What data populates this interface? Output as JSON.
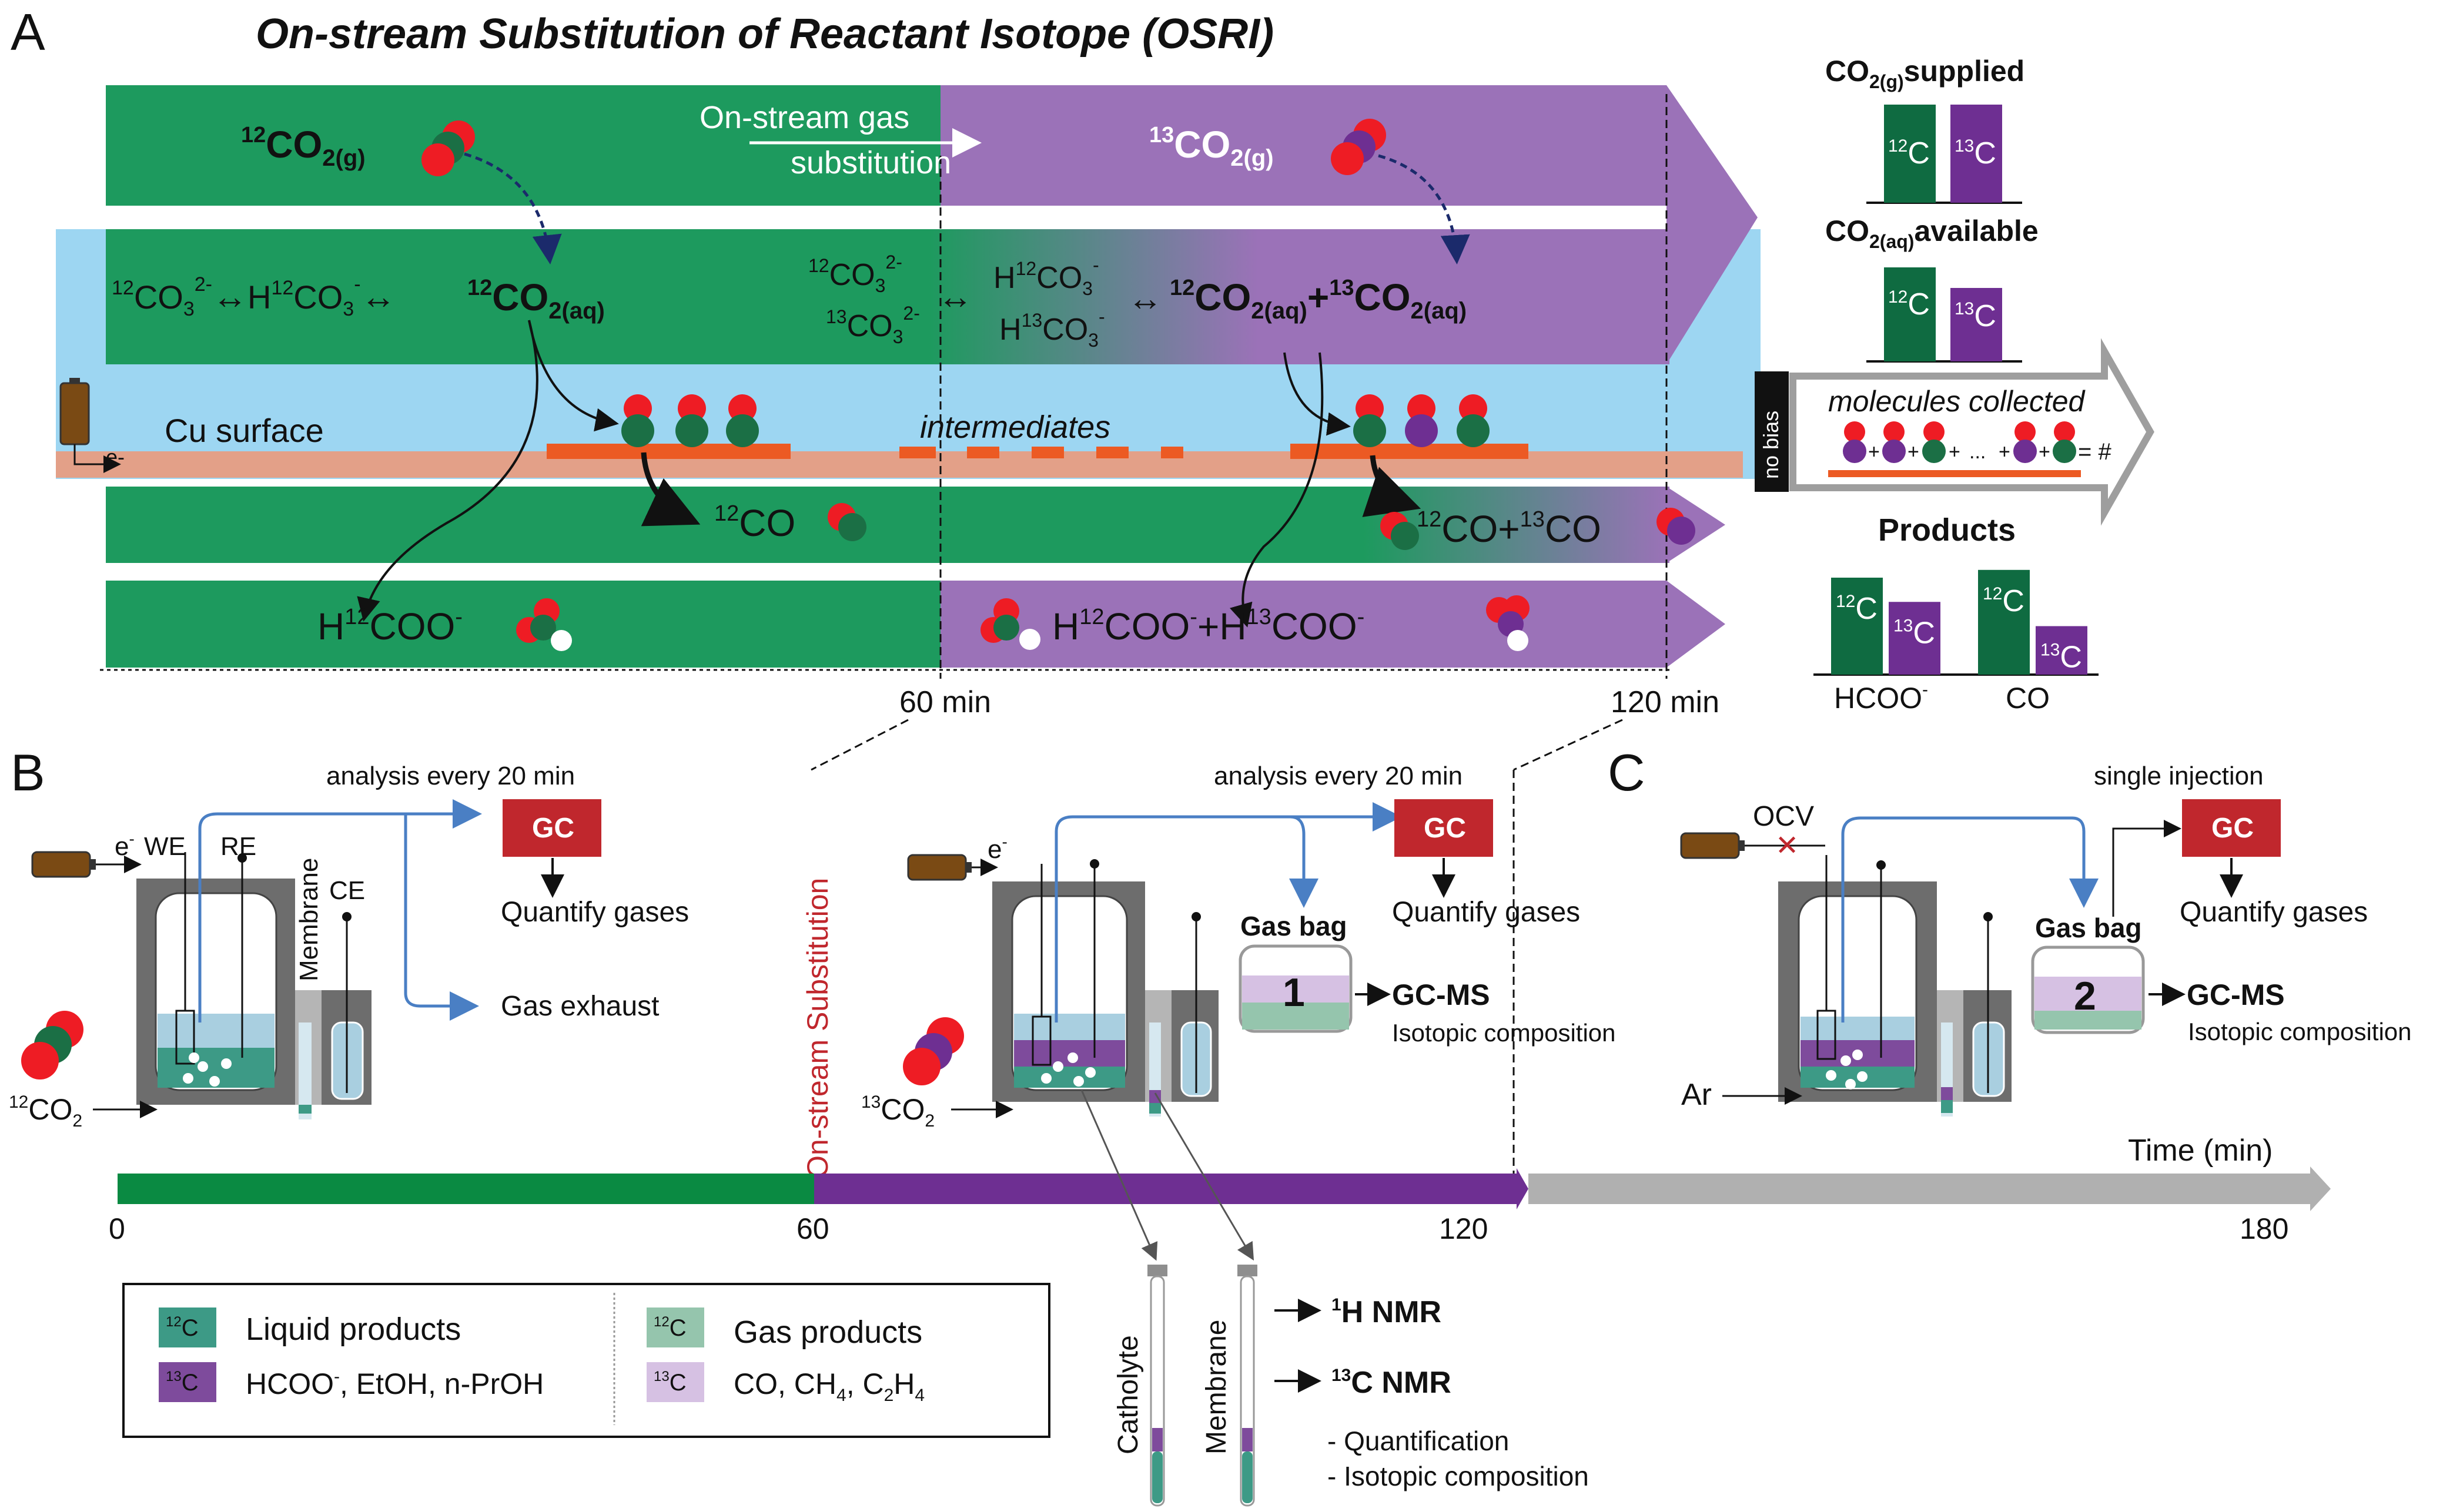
{
  "panels": {
    "a": "A",
    "b": "B",
    "c": "C"
  },
  "title": "On-stream Substitution of Reactant Isotope (OSRI)",
  "colors": {
    "green": "#1d9a5e",
    "purple": "#9b72b8",
    "bar_green": "#0f6b41",
    "bar_purple": "#6e2f92",
    "light_blue": "#9dd6f2",
    "cu": "#e3a088",
    "orange": "#ec5a23",
    "gc_red": "#c0272d",
    "gray": "#b0b0b0",
    "liquid_green": "#3d9a86",
    "liquid_purple": "#7e4b9c",
    "gas_green": "#95c5ad",
    "gas_purple": "#d6c1e3",
    "battery": "#7a4a14",
    "arrow_blue": "#4a7fc4"
  },
  "top": {
    "co2g_12": {
      "pre": "12",
      "main": "CO",
      "sub": "2(g)"
    },
    "co2g_13": {
      "pre": "13",
      "main": "CO",
      "sub": "2(g)"
    },
    "onstream_line1": "On-stream gas",
    "onstream_line2": "substitution",
    "left_eq": {
      "a_pre": "12",
      "a_main": "CO",
      "a_sub": "3",
      "a_sup": "2-",
      "arrow": "↔",
      "b_main1": "H",
      "b_pre": "12",
      "b_main2": "CO",
      "b_sub": "3",
      "b_sup": "-",
      "arrow2": "↔",
      "c_pre": "12",
      "c_main": "CO",
      "c_sub": "2(aq)"
    },
    "mid_eq": {
      "r1_pre": "12",
      "r1_main": "CO",
      "r1_sub": "3",
      "r1_sup": "2-",
      "r2_pre": "13",
      "r2_main": "CO",
      "r2_sub": "3",
      "r2_sup": "2-",
      "arrow": "↔",
      "h1_a": "H",
      "h1_pre": "12",
      "h1_b": "CO",
      "h1_sub": "3",
      "h1_sup": "-",
      "h2_a": "H",
      "h2_pre": "13",
      "h2_b": "CO",
      "h2_sub": "3",
      "h2_sup": "-",
      "arrow2": "↔"
    },
    "right_eq": {
      "a_pre": "12",
      "a_main": "CO",
      "a_sub": "2(aq)",
      "plus": "+",
      "b_pre": "13",
      "b_main": "CO",
      "b_sub": "2(aq)"
    },
    "cu_surface": "Cu surface",
    "intermediates": "intermediates",
    "electron": "e-",
    "co_left": {
      "pre": "12",
      "main": "CO"
    },
    "co_right": {
      "pre1": "12",
      "main1": "CO+",
      "pre2": "13",
      "main2": "CO"
    },
    "hcoo_left": {
      "a": "H",
      "pre": "12",
      "b": "COO",
      "sup": "-"
    },
    "hcoo_right": {
      "a": "H",
      "pre": "12",
      "b": "COO",
      "sup": "-",
      "plus": "+",
      "c": "H",
      "pre2": "13",
      "d": "COO",
      "sup2": "-"
    },
    "time_60": "60 min",
    "time_120": "120 min"
  },
  "right_panel": {
    "supplied": {
      "main": "CO",
      "sub": "2(g)",
      "rest": "supplied"
    },
    "available": {
      "main": "CO",
      "sub": "2(aq)",
      "rest": "available"
    },
    "bar_12c": {
      "pre": "12",
      "main": "C"
    },
    "bar_13c": {
      "pre": "13",
      "main": "C"
    },
    "no_bias": "no bias",
    "molecules_collected": "molecules collected",
    "eq_plus": "+",
    "eq_dots": "...",
    "eq_end": "= #",
    "products": "Products",
    "hcoo": {
      "main": "HCOO",
      "sup": "-"
    },
    "co": "CO",
    "chart_data": {
      "type": "bar",
      "categories": [
        "HCOO-",
        "CO"
      ],
      "series": [
        {
          "name": "12C",
          "values": [
            1.0,
            1.08
          ]
        },
        {
          "name": "13C",
          "values": [
            0.75,
            0.5
          ]
        }
      ]
    }
  },
  "b_left": {
    "e": "e",
    "e_sup": "-",
    "we": "WE",
    "re": "RE",
    "membrane": "Membrane",
    "ce": "CE",
    "analysis": "analysis every 20 min",
    "gc": "GC",
    "quantify": "Quantify gases",
    "exhaust": "Gas exhaust",
    "co2": {
      "pre": "12",
      "main": "CO",
      "sub": "2"
    }
  },
  "b_mid": {
    "onstream_vertical": "On-stream Substitution",
    "e": "e",
    "e_sup": "-",
    "analysis": "analysis every 20 min",
    "gc": "GC",
    "gasbag": "Gas bag",
    "bag_num": "1",
    "quantify": "Quantify gases",
    "gcms": "GC-MS",
    "isotopic": "Isotopic composition",
    "co2": {
      "pre": "13",
      "main": "CO",
      "sub": "2"
    }
  },
  "c_right": {
    "ocv": "OCV",
    "single": "single injection",
    "gc": "GC",
    "gasbag": "Gas bag",
    "bag_num": "2",
    "quantify": "Quantify gases",
    "gcms": "GC-MS",
    "isotopic": "Isotopic composition",
    "ar": "Ar"
  },
  "timeline": {
    "label": "Time (min)",
    "t0": "0",
    "t60": "60",
    "t120": "120",
    "t180": "180"
  },
  "legend": {
    "c12": {
      "pre": "12",
      "main": "C"
    },
    "c13": {
      "pre": "13",
      "main": "C"
    },
    "liquid": "Liquid products",
    "liquid_list": {
      "a": "HCOO",
      "a_sup": "-",
      "rest": ", EtOH, n-PrOH"
    },
    "gas": "Gas products",
    "gas_list": {
      "a": "CO, CH",
      "s1": "4",
      "b": ", C",
      "s2": "2",
      "c": "H",
      "s3": "4"
    }
  },
  "nmr": {
    "catholyte": "Catholyte",
    "membrane": "Membrane",
    "h_nmr": {
      "pre": "1",
      "main": "H NMR"
    },
    "c_nmr": {
      "pre": "13",
      "main": "C NMR"
    },
    "bullet1": "- Quantification",
    "bullet2": "- Isotopic composition"
  }
}
